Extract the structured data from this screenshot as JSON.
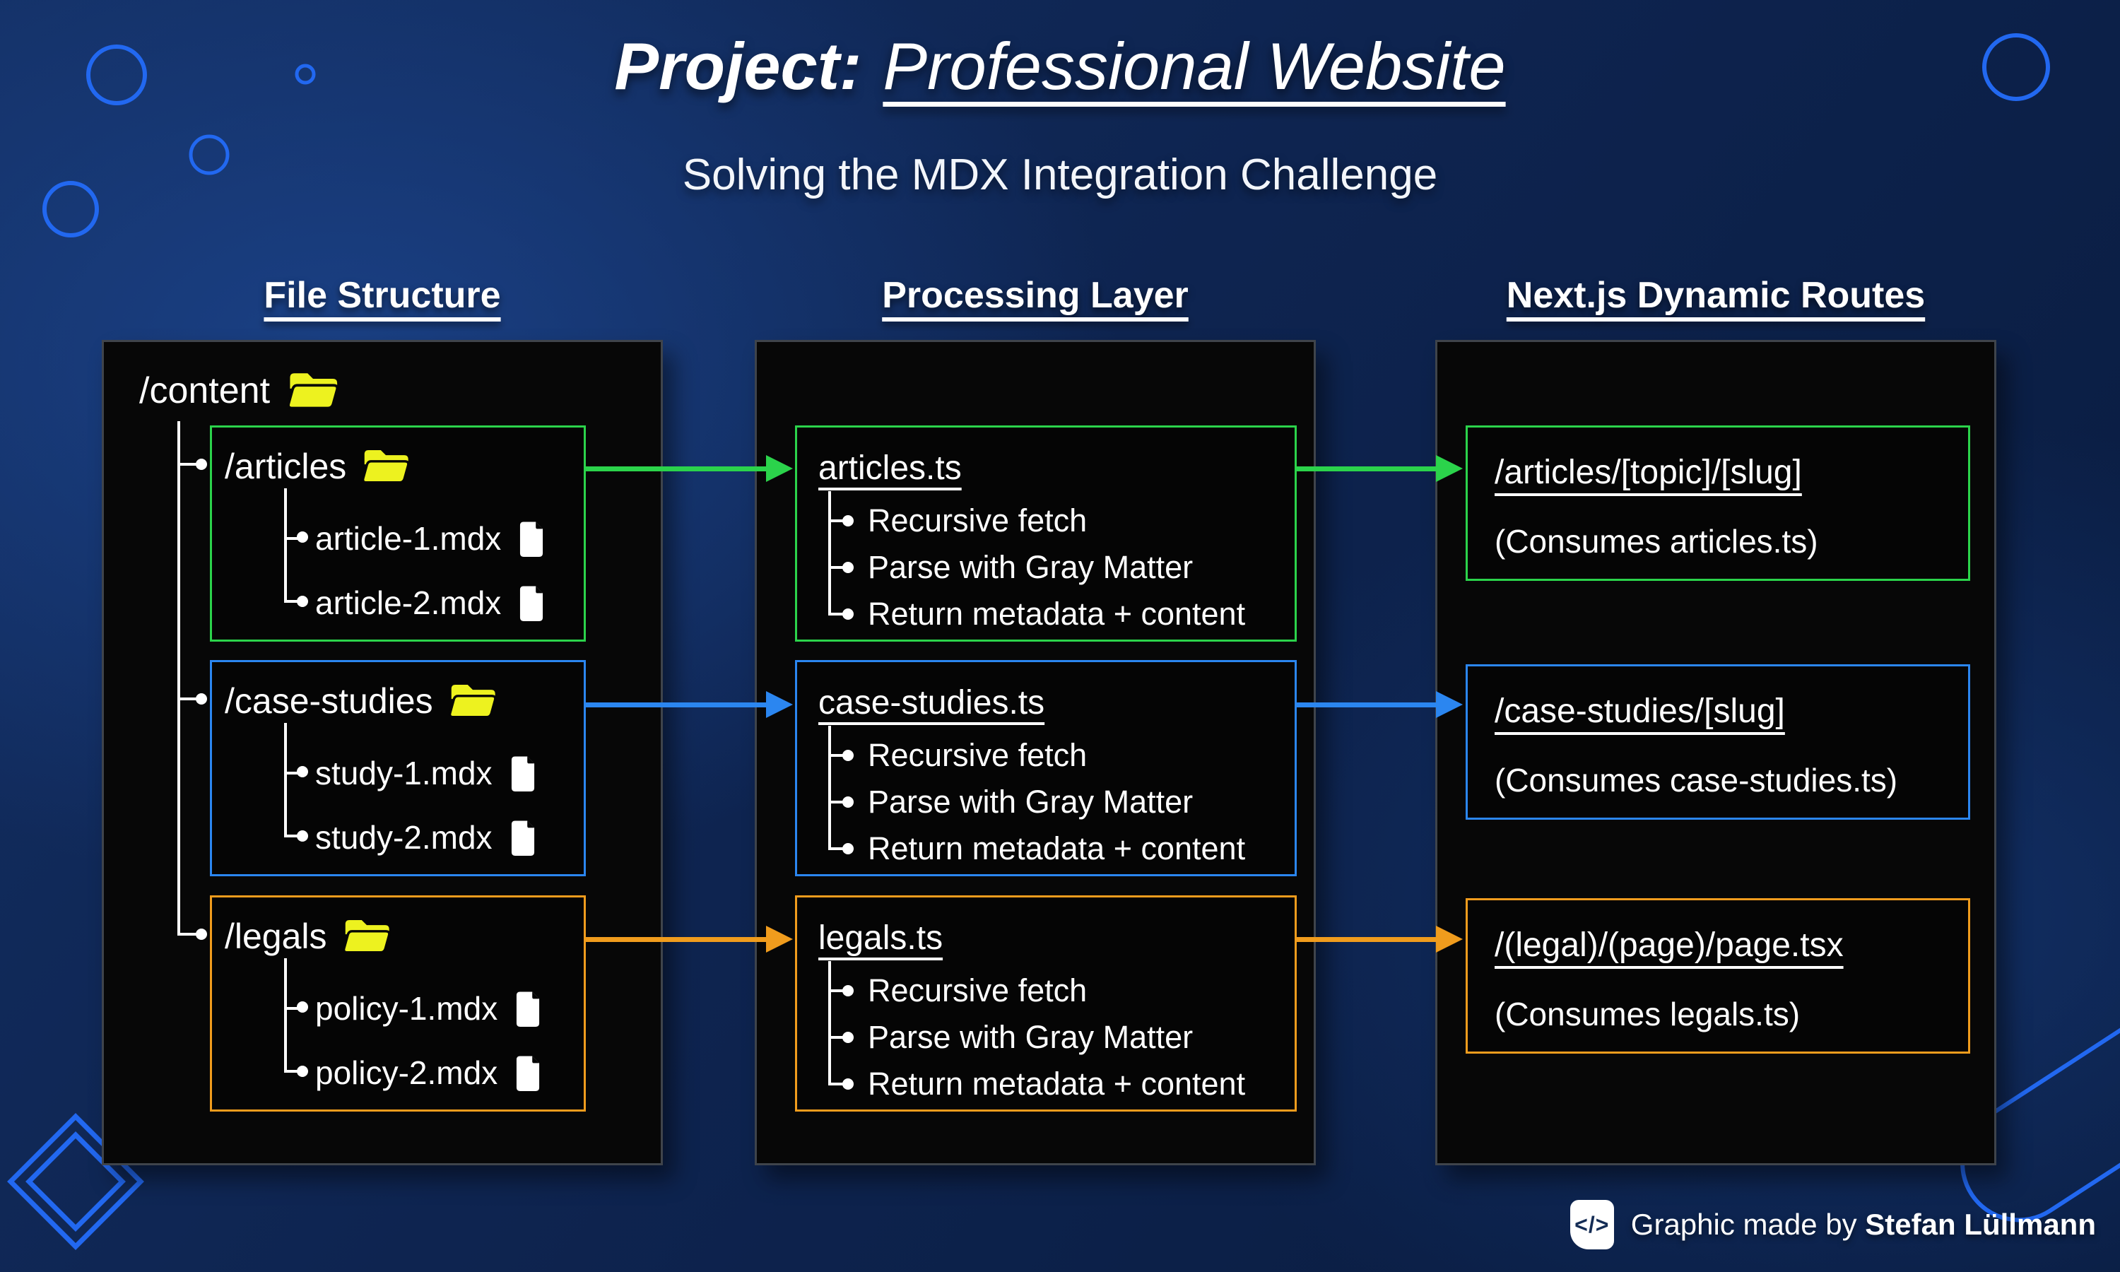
{
  "colors": {
    "green": "#2bd34b",
    "blue": "#2b86f0",
    "orange": "#f09c1d",
    "yellow": "#edf21f",
    "decor": "#2268f0"
  },
  "header": {
    "title_prefix": "Project:",
    "title_name": "Professional Website",
    "subtitle": "Solving the MDX Integration Challenge"
  },
  "columns": [
    {
      "header": "File Structure"
    },
    {
      "header": "Processing Layer"
    },
    {
      "header": "Next.js Dynamic Routes"
    }
  ],
  "file_tree": {
    "root_label": "/content",
    "folders": [
      {
        "name": "/articles",
        "accent": "#2bd34b",
        "files": [
          {
            "name": "article-1.mdx"
          },
          {
            "name": "article-2.mdx"
          }
        ]
      },
      {
        "name": "/case-studies",
        "accent": "#2b86f0",
        "files": [
          {
            "name": "study-1.mdx"
          },
          {
            "name": "study-2.mdx"
          }
        ]
      },
      {
        "name": "/legals",
        "accent": "#f09c1d",
        "files": [
          {
            "name": "policy-1.mdx"
          },
          {
            "name": "policy-2.mdx"
          }
        ]
      }
    ]
  },
  "processing": {
    "modules": [
      {
        "name": "articles.ts",
        "steps": [
          "Recursive fetch",
          "Parse with Gray Matter",
          "Return metadata + content"
        ]
      },
      {
        "name": "case-studies.ts",
        "steps": [
          "Recursive fetch",
          "Parse with Gray Matter",
          "Return metadata + content"
        ]
      },
      {
        "name": "legals.ts",
        "steps": [
          "Recursive fetch",
          "Parse with Gray Matter",
          "Return metadata + content"
        ]
      }
    ]
  },
  "routes": [
    {
      "path": "/articles/[topic]/[slug]",
      "note": "(Consumes articles.ts)"
    },
    {
      "path": "/case-studies/[slug]",
      "note": "(Consumes case-studies.ts)"
    },
    {
      "path": "/(legal)/(page)/page.tsx",
      "note": "(Consumes legals.ts)"
    }
  ],
  "footer": {
    "icon_label": "</>",
    "credit_text": "Graphic made by",
    "credit_author": "Stefan Lüllmann"
  }
}
